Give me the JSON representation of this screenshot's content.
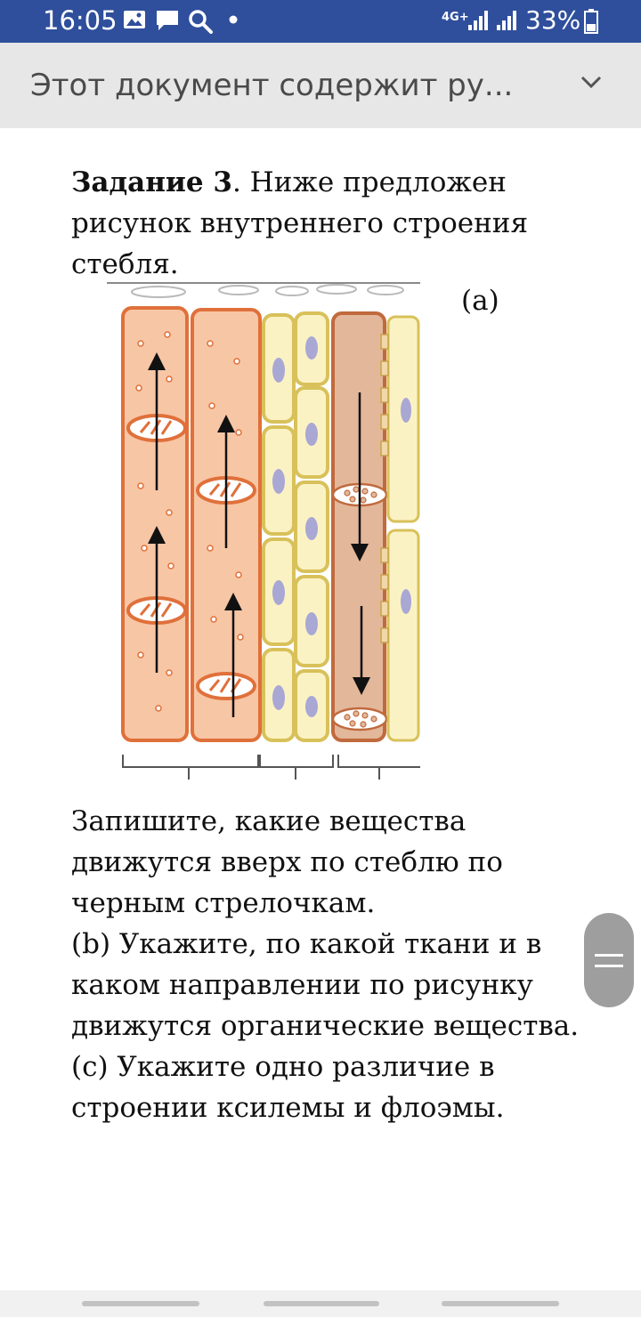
{
  "status_bar": {
    "time": "16:05",
    "network": "4G+",
    "battery": "33%",
    "icons": [
      "image-icon",
      "message-icon",
      "search-icon",
      "dot-icon",
      "signal-icon",
      "signal-icon",
      "battery-icon"
    ]
  },
  "top_bar": {
    "title": "Этот документ содержит ру...",
    "expand_icon": "chevron-down-icon"
  },
  "document": {
    "task_bold": "Задание 3",
    "task_text": ". Ниже предложен рисунок внутреннего строения стебля.",
    "figure_label_a": "(a)",
    "paragraph_a": "Запишите, какие вещества движутся вверх по стеблю по черным стрелочкам.",
    "paragraph_b": "(b) Укажите, по какой ткани и в каком направлении по рисунку движутся органические вещества.",
    "paragraph_c": "(c) Укажите одно различие в строении ксилемы и флоэмы."
  },
  "colors": {
    "status_bar": "#2f4f9c",
    "top_bar": "#e7e7e7",
    "xylem_fill": "#f7c6a5",
    "xylem_stroke": "#e0703a",
    "parenchyma_fill": "#fbf2c4",
    "parenchyma_stroke": "#d8c15a",
    "phloem_fill": "#e3b79a",
    "phloem_stroke": "#c06a3d",
    "nucleus": "#a9a7d4"
  }
}
